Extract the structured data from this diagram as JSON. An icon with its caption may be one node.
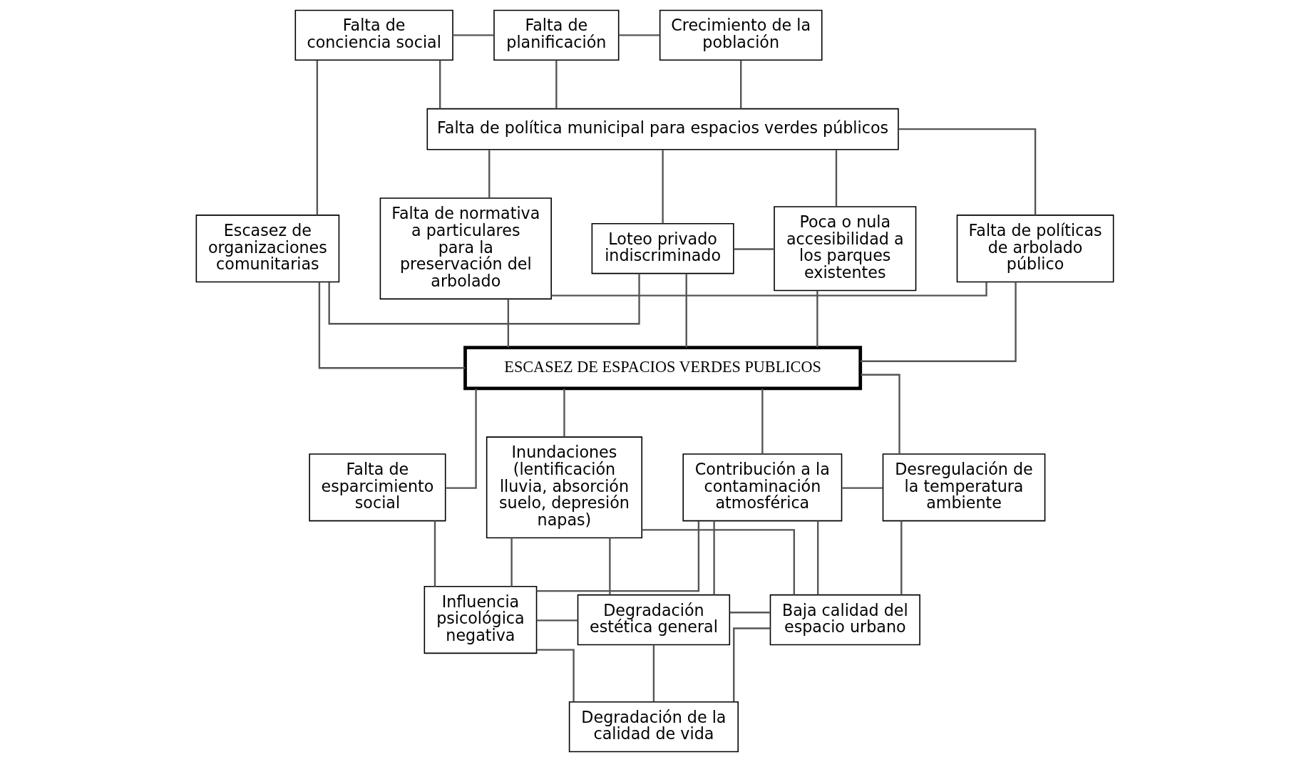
{
  "diagram": {
    "nodes": [
      {
        "text": [
          "Falta de conciencia social"
        ]
      },
      {
        "text": [
          "Falta de planificación"
        ]
      },
      {
        "text": [
          "Crecimiento de la población"
        ]
      },
      {
        "text": [
          "Falta de política municipal para espacios verdes públicos"
        ]
      },
      {
        "text": [
          "Escasez de organizaciones comunitarias"
        ]
      },
      {
        "text": [
          "Loteo privado indiscriminado"
        ]
      },
      {
        "text": [
          "Poca o nula accesibilidad a los parques existentes"
        ]
      },
      {
        "text": [
          "Falta de normativa a particulares para la preservación del arbolado"
        ]
      },
      {
        "text": [
          "Falta de políticas de arbolado público"
        ]
      },
      {
        "text": [
          "ESCASEZ DE ESPACIOS VERDES PUBLICOS"
        ]
      },
      {
        "text": [
          "Falta de esparcimiento social"
        ]
      },
      {
        "text": [
          "Inundaciones (lentificación lluvia, absorción suelo, depresión napas)"
        ]
      },
      {
        "text": [
          "Contribución a la contaminación atmosférica"
        ]
      },
      {
        "text": [
          "Desregulación de la temperatura ambiente"
        ]
      },
      {
        "text": [
          "Influencia psicológica negativa"
        ]
      },
      {
        "text": [
          "Degradación estética general"
        ]
      },
      {
        "text": [
          "Baja calidad del espacio urbano"
        ]
      },
      {
        "text": [
          "Degradación de la calidad de vida"
        ]
      }
    ],
    "edges": [
      {
        "from": 0,
        "to": 1,
        "arrow": "none"
      },
      {
        "from": 1,
        "to": 2,
        "arrow": "none"
      },
      {
        "from": 0,
        "to": 3,
        "arrow": "none"
      },
      {
        "from": 1,
        "to": 3,
        "arrow": "none"
      },
      {
        "from": 2,
        "to": 3,
        "arrow": "none"
      },
      {
        "from": 0,
        "to": 4,
        "arrow": "none"
      },
      {
        "from": 3,
        "to": 5,
        "arrow": "none"
      },
      {
        "from": 3,
        "to": 6,
        "arrow": "none"
      },
      {
        "from": 3,
        "to": 7,
        "arrow": "none"
      },
      {
        "from": 3,
        "to": 8,
        "arrow": "none"
      },
      {
        "from": 4,
        "to": 5,
        "arrow": "none"
      },
      {
        "from": 5,
        "to": 6,
        "arrow": "none"
      },
      {
        "from": 7,
        "to": 8,
        "arrow": "none"
      },
      {
        "from": 4,
        "to": 9,
        "arrow": "none"
      },
      {
        "from": 5,
        "to": 9,
        "arrow": "none"
      },
      {
        "from": 6,
        "to": 9,
        "arrow": "none"
      },
      {
        "from": 7,
        "to": 9,
        "arrow": "none"
      },
      {
        "from": 8,
        "to": 9,
        "arrow": "none"
      },
      {
        "from": 9,
        "to": 10,
        "arrow": "none"
      },
      {
        "from": 9,
        "to": 11,
        "arrow": "none"
      },
      {
        "from": 9,
        "to": 12,
        "arrow": "none"
      },
      {
        "from": 9,
        "to": 13,
        "arrow": "none"
      },
      {
        "from": 12,
        "to": 13,
        "arrow": "none"
      },
      {
        "from": 11,
        "to": 14,
        "arrow": "none"
      },
      {
        "from": 11,
        "to": 15,
        "arrow": "none"
      },
      {
        "from": 11,
        "to": 16,
        "arrow": "none"
      },
      {
        "from": 12,
        "to": 14,
        "arrow": "none"
      },
      {
        "from": 12,
        "to": 15,
        "arrow": "none"
      },
      {
        "from": 12,
        "to": 16,
        "arrow": "none"
      },
      {
        "from": 10,
        "to": 14,
        "arrow": "none"
      },
      {
        "from": 14,
        "to": 15,
        "arrow": "none"
      },
      {
        "from": 15,
        "to": 16,
        "arrow": "none"
      },
      {
        "from": 13,
        "to": 16,
        "arrow": "none"
      },
      {
        "from": 14,
        "to": 17,
        "arrow": "none"
      },
      {
        "from": 15,
        "to": 17,
        "arrow": "none"
      },
      {
        "from": 16,
        "to": 17,
        "arrow": "none"
      }
    ]
  }
}
